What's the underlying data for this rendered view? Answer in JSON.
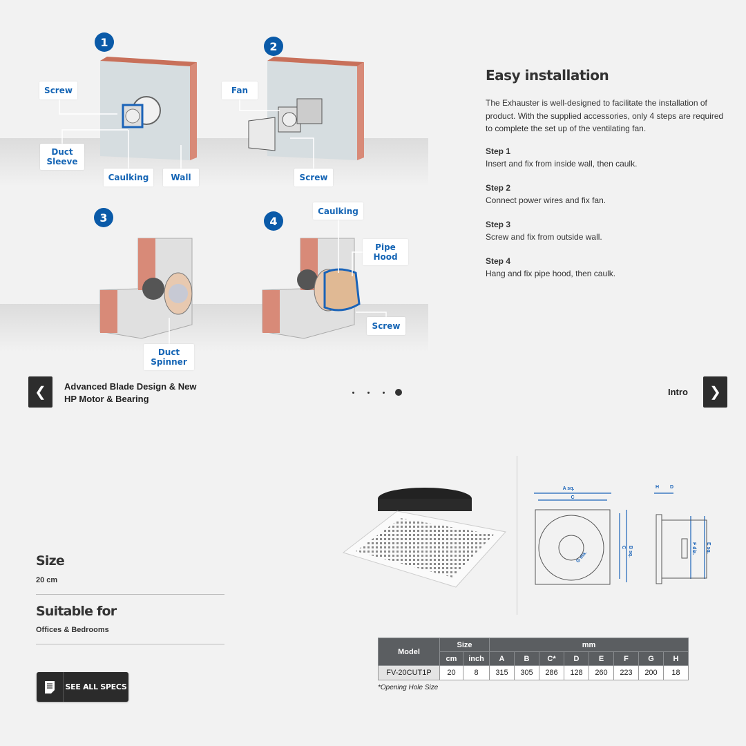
{
  "steps_illustration": {
    "numbers": [
      "1",
      "2",
      "3",
      "4"
    ],
    "labels": {
      "screw": "Screw",
      "duct_sleeve": "Duct Sleeve",
      "caulking": "Caulking",
      "wall": "Wall",
      "fan": "Fan",
      "screw2": "Screw",
      "duct_spinner": "Duct Spinner",
      "caulking2": "Caulking",
      "pipe_hood": "Pipe Hood",
      "screw3": "Screw"
    }
  },
  "install": {
    "title": "Easy installation",
    "description": "The Exhauster is well-designed to facilitate the installation of product. With the supplied accessories, only 4 steps are required to complete the set up of the ventilating fan.",
    "steps": [
      {
        "title": "Step 1",
        "text": "Insert and fix from inside wall, then caulk."
      },
      {
        "title": "Step 2",
        "text": "Connect power wires and fix fan."
      },
      {
        "title": "Step 3",
        "text": "Screw and fix from outside wall."
      },
      {
        "title": "Step 4",
        "text": "Hang and fix pipe hood, then caulk."
      }
    ]
  },
  "carousel": {
    "prev_label": "Advanced Blade Design & New HP Motor & Bearing",
    "next_label": "Intro",
    "total_slides": 4,
    "active_slide": 4
  },
  "specs": {
    "size_title": "Size",
    "size_value": "20 cm",
    "suitable_title": "Suitable for",
    "suitable_value": "Offices & Bedrooms",
    "see_all": "SEE ALL SPECS"
  },
  "diagram_labels": {
    "a": "A sq.",
    "c": "C",
    "b": "B sq.",
    "c2": "C",
    "g": "G dia.",
    "h": "H",
    "d": "D",
    "f": "F dia.",
    "e": "E sq."
  },
  "table": {
    "headers": {
      "model": "Model",
      "size": "Size",
      "mm": "mm",
      "sub": [
        "cm",
        "inch",
        "A",
        "B",
        "C*",
        "D",
        "E",
        "F",
        "G",
        "H"
      ]
    },
    "row": {
      "model": "FV-20CUT1P",
      "values": [
        "20",
        "8",
        "315",
        "305",
        "286",
        "128",
        "260",
        "223",
        "200",
        "18"
      ]
    },
    "footnote": "*Opening Hole Size"
  }
}
